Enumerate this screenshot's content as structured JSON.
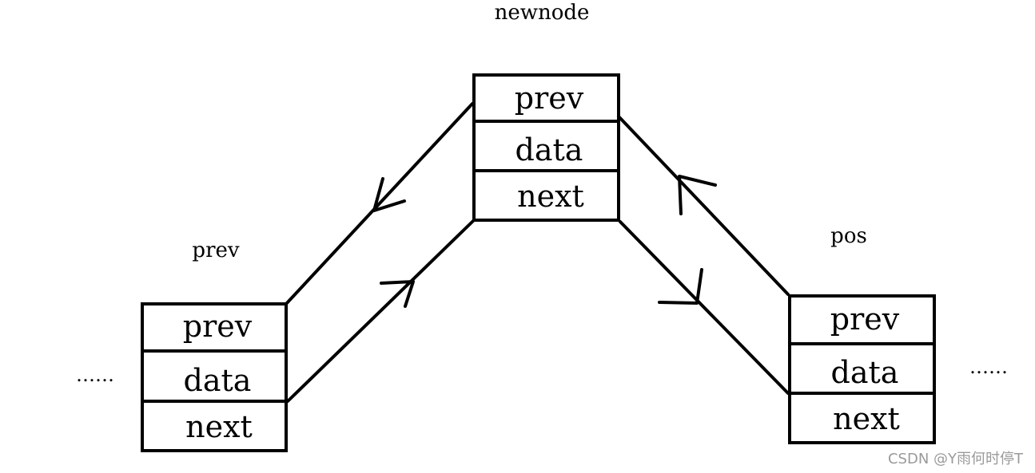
{
  "nodes": {
    "newnode": {
      "title": "newnode",
      "fields": [
        "prev",
        "data",
        "next"
      ]
    },
    "prev": {
      "title": "prev",
      "fields": [
        "prev",
        "data",
        "next"
      ]
    },
    "pos": {
      "title": "pos",
      "fields": [
        "prev",
        "data",
        "next"
      ]
    }
  },
  "ellipsis": {
    "left": "……",
    "right": "……"
  },
  "watermark": "CSDN @Y雨何时停T"
}
